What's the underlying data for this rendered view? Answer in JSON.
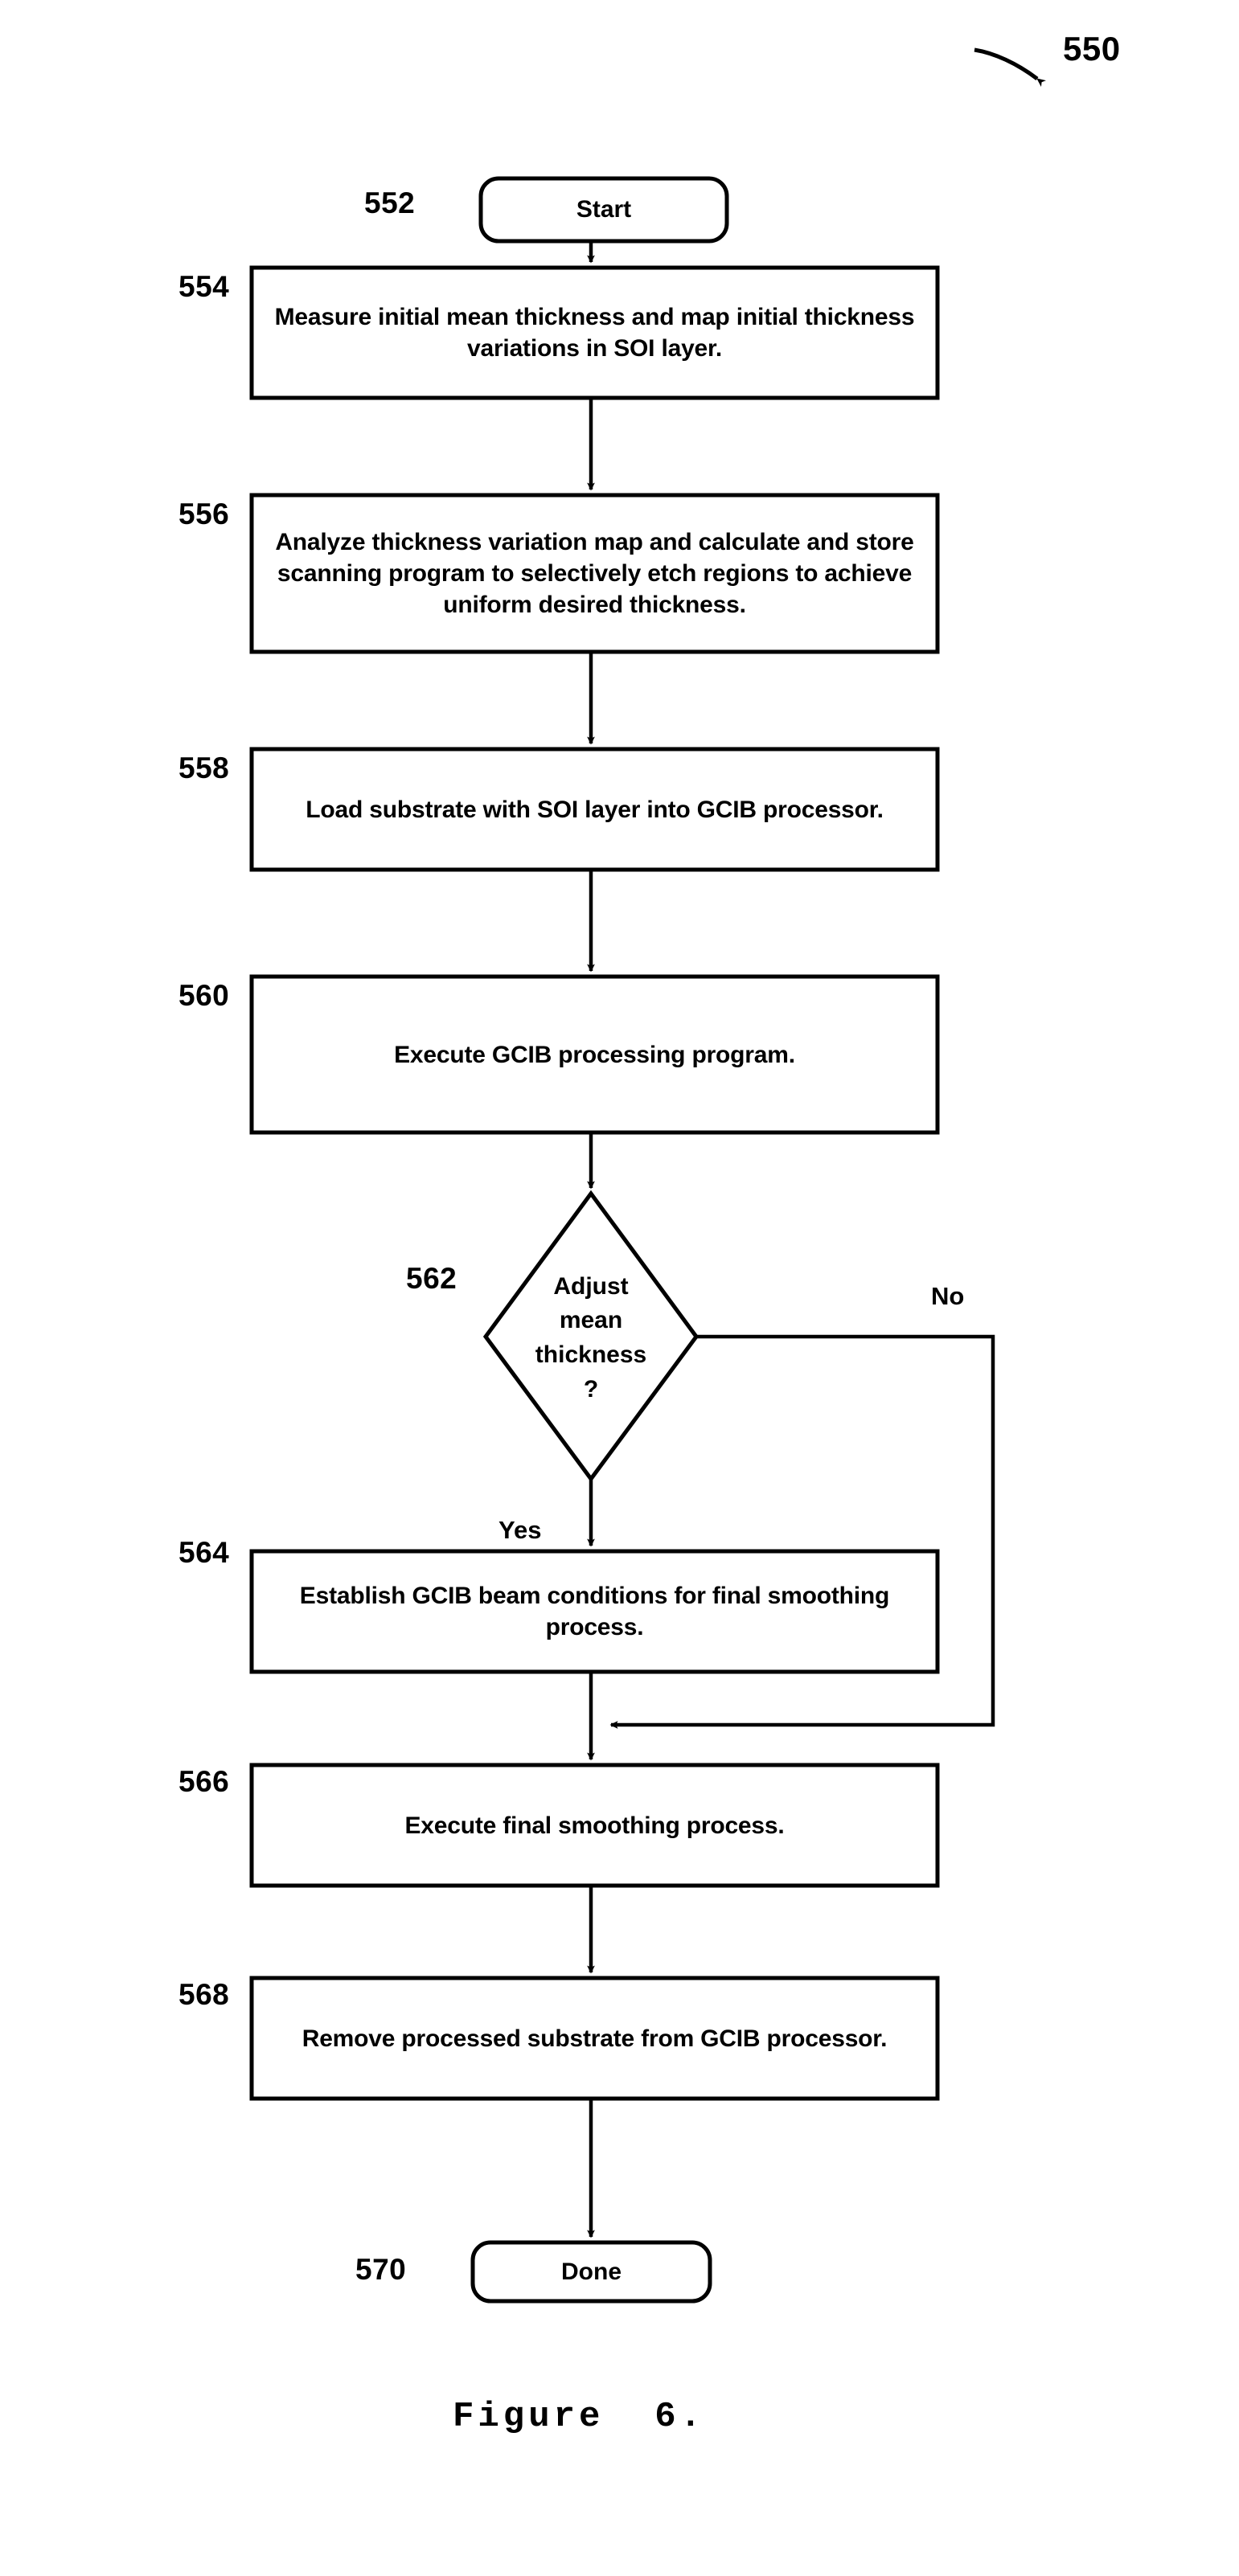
{
  "figure": {
    "caption": "Figure  6.",
    "top_reference": "550"
  },
  "nodes": [
    {
      "ref": "552",
      "kind": "terminator",
      "label": "Start"
    },
    {
      "ref": "554",
      "kind": "process",
      "label": "Measure initial mean thickness and map initial thickness variations in SOI layer."
    },
    {
      "ref": "556",
      "kind": "process",
      "label": "Analyze thickness variation map and calculate and store scanning program to selectively etch regions to achieve uniform desired  thickness."
    },
    {
      "ref": "558",
      "kind": "process",
      "label": "Load substrate with SOI layer into GCIB processor."
    },
    {
      "ref": "560",
      "kind": "process",
      "label": "Execute GCIB processing program."
    },
    {
      "ref": "562",
      "kind": "decision",
      "label": "Adjust\nmean\nthickness\n?"
    },
    {
      "ref": "564",
      "kind": "process",
      "label": "Establish GCIB beam conditions for final smoothing process."
    },
    {
      "ref": "566",
      "kind": "process",
      "label": "Execute final smoothing process."
    },
    {
      "ref": "568",
      "kind": "process",
      "label": "Remove processed substrate from GCIB processor."
    },
    {
      "ref": "570",
      "kind": "terminator",
      "label": "Done"
    }
  ],
  "branches": {
    "yes_label": "Yes",
    "no_label": "No"
  },
  "colors": {
    "ink": "#000000",
    "paper": "#ffffff"
  }
}
